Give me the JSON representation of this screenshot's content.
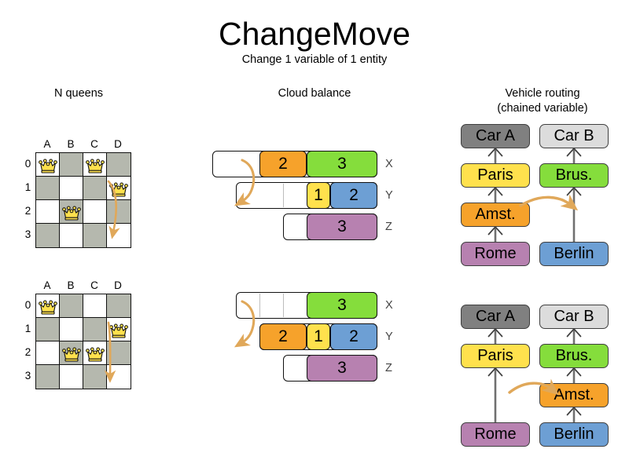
{
  "header": {
    "title": "ChangeMove",
    "subtitle": "Change 1 variable of 1 entity"
  },
  "columns": {
    "queens_caption": "N queens",
    "cloud_caption": "Cloud balance",
    "vrp_caption_line1": "Vehicle routing",
    "vrp_caption_line2": "(chained variable)"
  },
  "colors": {
    "orange": "#f6a22b",
    "green": "#85dd3c",
    "yellow": "#ffe14d",
    "blue": "#6d9fd4",
    "purple": "#b781b0",
    "car_a": "#808080",
    "car_b": "#dcdcdc",
    "arrow": "#e0a85a",
    "board_dark": "#b5b8ae",
    "board_light": "#ffffff",
    "queen_gold": "#ffe14d"
  },
  "nqueens": {
    "files": [
      "A",
      "B",
      "C",
      "D"
    ],
    "ranks": [
      "0",
      "1",
      "2",
      "3"
    ],
    "before": {
      "queens": [
        {
          "file": 0,
          "rank": 0
        },
        {
          "file": 2,
          "rank": 0
        },
        {
          "file": 3,
          "rank": 1
        },
        {
          "file": 1,
          "rank": 2
        }
      ],
      "move": {
        "from_file": 2,
        "from_rank": 0,
        "to_file": 2,
        "to_rank": 2
      }
    },
    "after": {
      "queens": [
        {
          "file": 0,
          "rank": 0
        },
        {
          "file": 3,
          "rank": 1
        },
        {
          "file": 1,
          "rank": 2
        },
        {
          "file": 2,
          "rank": 2
        }
      ],
      "move": {
        "from_file": 2,
        "from_rank": 0,
        "to_file": 2,
        "to_rank": 2
      }
    }
  },
  "cloud_balance": {
    "labels": [
      "X",
      "Y",
      "Z"
    ],
    "before": [
      {
        "label": "X",
        "segments": [
          {
            "value": "",
            "color": "#ffffff",
            "width": 60,
            "empty": true
          },
          {
            "value": "2",
            "color": "#f6a22b",
            "width": 60,
            "empty": false
          },
          {
            "value": "3",
            "color": "#85dd3c",
            "width": 90,
            "empty": false
          }
        ]
      },
      {
        "label": "Y",
        "segments": [
          {
            "value": "",
            "color": "#ffffff",
            "width": 60,
            "empty": true
          },
          {
            "value": "",
            "color": "#ffffff",
            "width": 30,
            "empty": true
          },
          {
            "value": "1",
            "color": "#ffe14d",
            "width": 30,
            "empty": false
          },
          {
            "value": "2",
            "color": "#6d9fd4",
            "width": 60,
            "empty": false
          }
        ]
      },
      {
        "label": "Z",
        "segments": [
          {
            "value": "",
            "color": "#ffffff",
            "width": 30,
            "empty": true
          },
          {
            "value": "3",
            "color": "#b781b0",
            "width": 90,
            "empty": false
          }
        ]
      }
    ],
    "after": [
      {
        "label": "X",
        "segments": [
          {
            "value": "",
            "color": "#ffffff",
            "width": 30,
            "empty": true
          },
          {
            "value": "",
            "color": "#ffffff",
            "width": 30,
            "empty": true
          },
          {
            "value": "",
            "color": "#ffffff",
            "width": 30,
            "empty": true
          },
          {
            "value": "3",
            "color": "#85dd3c",
            "width": 90,
            "empty": false
          }
        ]
      },
      {
        "label": "Y",
        "segments": [
          {
            "value": "2",
            "color": "#f6a22b",
            "width": 60,
            "empty": false
          },
          {
            "value": "1",
            "color": "#ffe14d",
            "width": 30,
            "empty": false
          },
          {
            "value": "2",
            "color": "#6d9fd4",
            "width": 60,
            "empty": false
          }
        ]
      },
      {
        "label": "Z",
        "segments": [
          {
            "value": "",
            "color": "#ffffff",
            "width": 30,
            "empty": true
          },
          {
            "value": "3",
            "color": "#b781b0",
            "width": 90,
            "empty": false
          }
        ]
      }
    ],
    "moved_process": "2"
  },
  "vehicle_routing": {
    "before": {
      "car_a_chain": [
        "Rome",
        "Amst.",
        "Paris",
        "Car A"
      ],
      "car_b_chain": [
        "Berlin",
        "Brus.",
        "Car B"
      ],
      "nodes": [
        {
          "label": "Car A",
          "color": "#808080",
          "col": 0,
          "row": 0
        },
        {
          "label": "Car B",
          "color": "#dcdcdc",
          "col": 1,
          "row": 0
        },
        {
          "label": "Paris",
          "color": "#ffe14d",
          "col": 0,
          "row": 1
        },
        {
          "label": "Brus.",
          "color": "#85dd3c",
          "col": 1,
          "row": 1
        },
        {
          "label": "Amst.",
          "color": "#f6a22b",
          "col": 0,
          "row": 2
        },
        {
          "label": "Rome",
          "color": "#b781b0",
          "col": 0,
          "row": 3
        },
        {
          "label": "Berlin",
          "color": "#6d9fd4",
          "col": 1,
          "row": 3
        }
      ]
    },
    "after": {
      "car_a_chain": [
        "Rome",
        "Paris",
        "Car A"
      ],
      "car_b_chain": [
        "Berlin",
        "Amst.",
        "Brus.",
        "Car B"
      ],
      "nodes": [
        {
          "label": "Car A",
          "color": "#808080",
          "col": 0,
          "row": 0
        },
        {
          "label": "Car B",
          "color": "#dcdcdc",
          "col": 1,
          "row": 0
        },
        {
          "label": "Paris",
          "color": "#ffe14d",
          "col": 0,
          "row": 1
        },
        {
          "label": "Brus.",
          "color": "#85dd3c",
          "col": 1,
          "row": 1
        },
        {
          "label": "Amst.",
          "color": "#f6a22b",
          "col": 1,
          "row": 2
        },
        {
          "label": "Rome",
          "color": "#b781b0",
          "col": 0,
          "row": 3
        },
        {
          "label": "Berlin",
          "color": "#6d9fd4",
          "col": 1,
          "row": 3
        }
      ]
    },
    "moved_node": "Amst."
  }
}
